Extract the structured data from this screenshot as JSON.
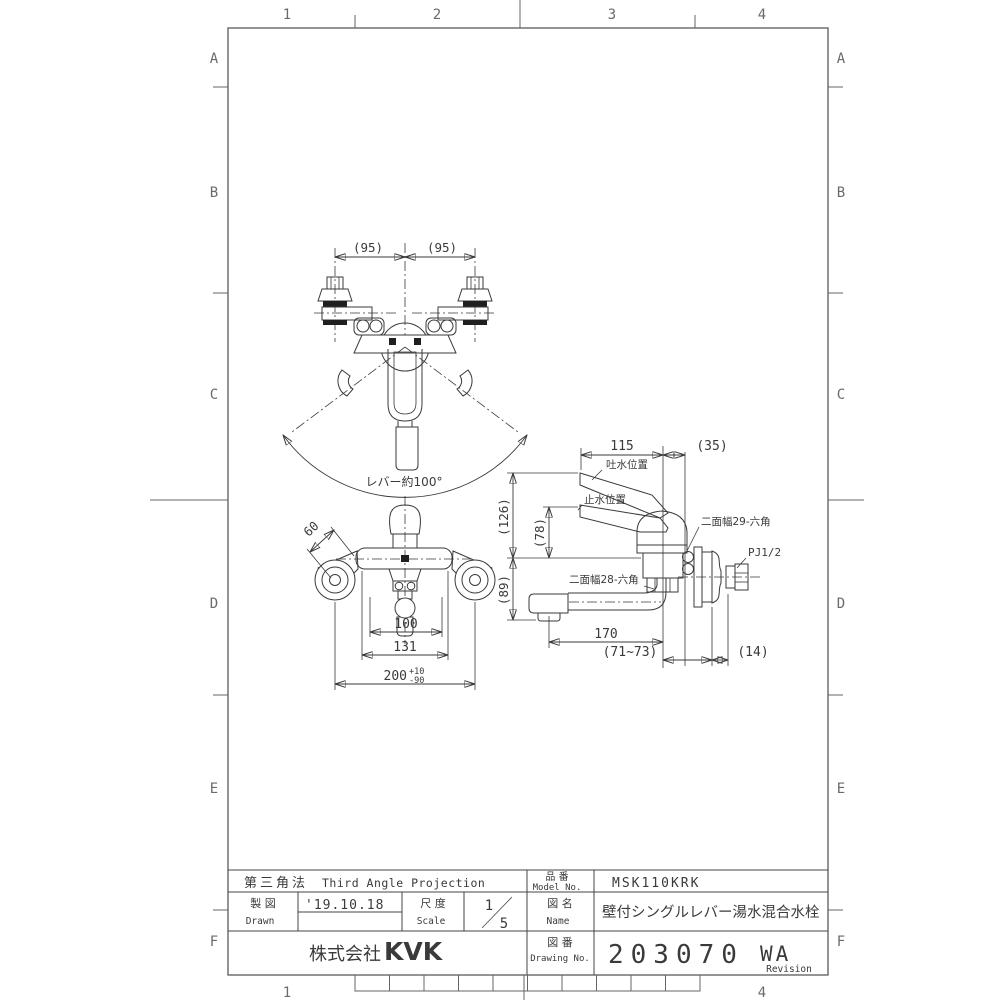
{
  "sheet": {
    "zone_numbers_top": [
      "1",
      "2",
      "3",
      "4"
    ],
    "zone_numbers_bottom": [
      "1",
      "4"
    ],
    "zone_letters": [
      "A",
      "B",
      "C",
      "D",
      "E",
      "F"
    ]
  },
  "title_block": {
    "projection_jp": "第三角法",
    "projection_en": "Third Angle Projection",
    "model": {
      "label_jp": "品  番",
      "label_en": "Model No.",
      "value": "MSK110KRK"
    },
    "drawn": {
      "label_jp": "製  図",
      "label_en": "Drawn",
      "value": "'19.10.18"
    },
    "scale": {
      "label_jp": "尺  度",
      "label_en": "Scale",
      "numerator": "1",
      "denominator": "5"
    },
    "name": {
      "label_jp": "図  名",
      "label_en": "Name",
      "value": "壁付シングルレバー湯水混合水栓"
    },
    "company": {
      "prefix": "株式会社",
      "brand": "KVK"
    },
    "drawing_no": {
      "label_jp": "図  番",
      "label_en": "Drawing No.",
      "value": "203070",
      "revision": "WA",
      "revision_label": "Revision"
    }
  },
  "views": {
    "top_view": {
      "dim_left": "(95)",
      "dim_right": "(95)",
      "lever_angle": "レバー約100°"
    },
    "front_view": {
      "dim_leg": "60",
      "dim_inner": "100",
      "dim_body": "131",
      "dim_pitch": "200",
      "dim_pitch_tol_upper": "+10",
      "dim_pitch_tol_lower": "-90"
    },
    "side_view": {
      "dim_lever": "115",
      "dim_wall": "(35)",
      "dim_h_open": "(126)",
      "dim_h_closed": "(78)",
      "dim_h_spout": "(89)",
      "dim_spout": "170",
      "dim_embed": "(71~73)",
      "dim_back": "(14)",
      "label_discharge": "吐水位置",
      "label_stop": "止水位置",
      "label_hex29": "二面幅29-六角",
      "label_hex28": "二面幅28-六角",
      "label_thread": "PJ1/2"
    }
  },
  "colors": {
    "line": "#3a3a3a",
    "background": "#ffffff"
  }
}
